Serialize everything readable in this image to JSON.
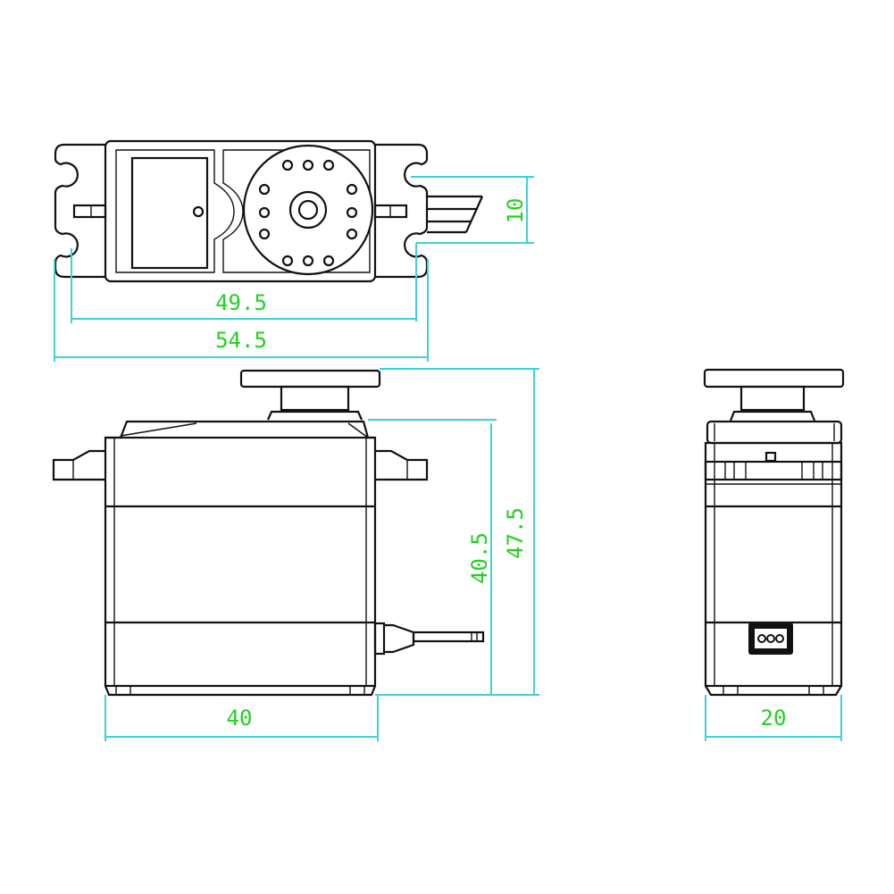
{
  "title": "Servo dimension drawing",
  "colors": {
    "outline": "#111111",
    "dimension_line": "#3fd0d8",
    "dimension_text": "#22d022"
  },
  "dimensions": {
    "top_view": {
      "mount_hole_spacing": "49.5",
      "overall_length": "54.5",
      "hole_pitch": "10"
    },
    "front_view": {
      "body_height": "40.5",
      "total_height": "47.5",
      "body_width": "40"
    },
    "side_view": {
      "body_depth": "20"
    }
  }
}
